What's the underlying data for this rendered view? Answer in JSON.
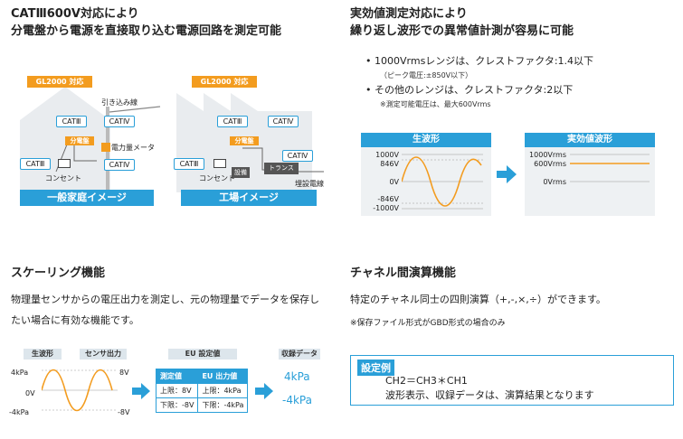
{
  "sections": {
    "cat": {
      "title1": "CATⅢ600V対応により",
      "title2": "分電盤から電源を直接取り込む電源回路を測定可能",
      "home": {
        "badge": "GL2000 対応",
        "hikikomi": "引き込み線",
        "cat3_top": "CATⅢ",
        "cat4_top": "CATⅣ",
        "bundenban": "分電盤",
        "meter": "電力量メータ",
        "cat3_left": "CATⅢ",
        "cat4_bottom": "CATⅣ",
        "outlet": "コンセント",
        "caption": "一般家庭イメージ"
      },
      "factory": {
        "badge": "GL2000 対応",
        "cat3_top": "CATⅢ",
        "cat4_top": "CATⅣ",
        "bundenban": "分電盤",
        "cat3_left": "CATⅢ",
        "setsubi": "設備",
        "trans": "トランス",
        "cat4_right": "CATⅣ",
        "outlet": "コンセント",
        "cable": "埋設電線",
        "caption": "工場イメージ"
      }
    },
    "rms": {
      "title1": "実効値測定対応により",
      "title2": "繰り返し波形での異常値計測が容易に可能",
      "bullets": [
        {
          "text": "1000Vrmsレンジは、クレストファクタ:1.4以下",
          "sub": "（ピーク電圧:±850V以下）"
        },
        {
          "text": "その他のレンジは、クレストファクタ:2以下",
          "sub": "※測定可能電圧は、最大600Vrms"
        }
      ],
      "raw_panel": {
        "head": "生波形",
        "labels": [
          "1000V",
          "846V",
          "0V",
          "-846V",
          "-1000V"
        ]
      },
      "rms_panel": {
        "head": "実効値波形",
        "labels": [
          "1000Vrms",
          "600Vrms",
          "0Vrms"
        ]
      }
    },
    "scaling": {
      "title": "スケーリング機能",
      "desc1": "物理量センサからの電圧出力を測定し、元の物理量でデータを保存し",
      "desc2": "たい場合に有効な機能です。",
      "raw_label": "生波形",
      "sensor_label": "センサ出力",
      "y_labels": [
        "4kPa",
        "0V",
        "-4kPa"
      ],
      "r_labels": [
        "8V",
        "-8V"
      ],
      "eu_title": "EU 設定値",
      "eu_headers": [
        "測定値",
        "EU 出力値"
      ],
      "eu_rows": [
        [
          "上限：8V",
          "上限：4kPa"
        ],
        [
          "下限：-8V",
          "下限：-4kPa"
        ]
      ],
      "rec_label": "収録データ",
      "rec_values": [
        "4kPa",
        "-4kPa"
      ]
    },
    "channel": {
      "title": "チャネル間演算機能",
      "desc": "特定のチャネル同士の四則演算（+,-,×,÷）ができます。",
      "note": "※保存ファイル形式がGBD形式の場合のみ",
      "example_label": "設定例",
      "example_formula": "CH2＝CH3＊CH1",
      "example_text": "波形表示、収録データは、演算結果となります"
    }
  }
}
